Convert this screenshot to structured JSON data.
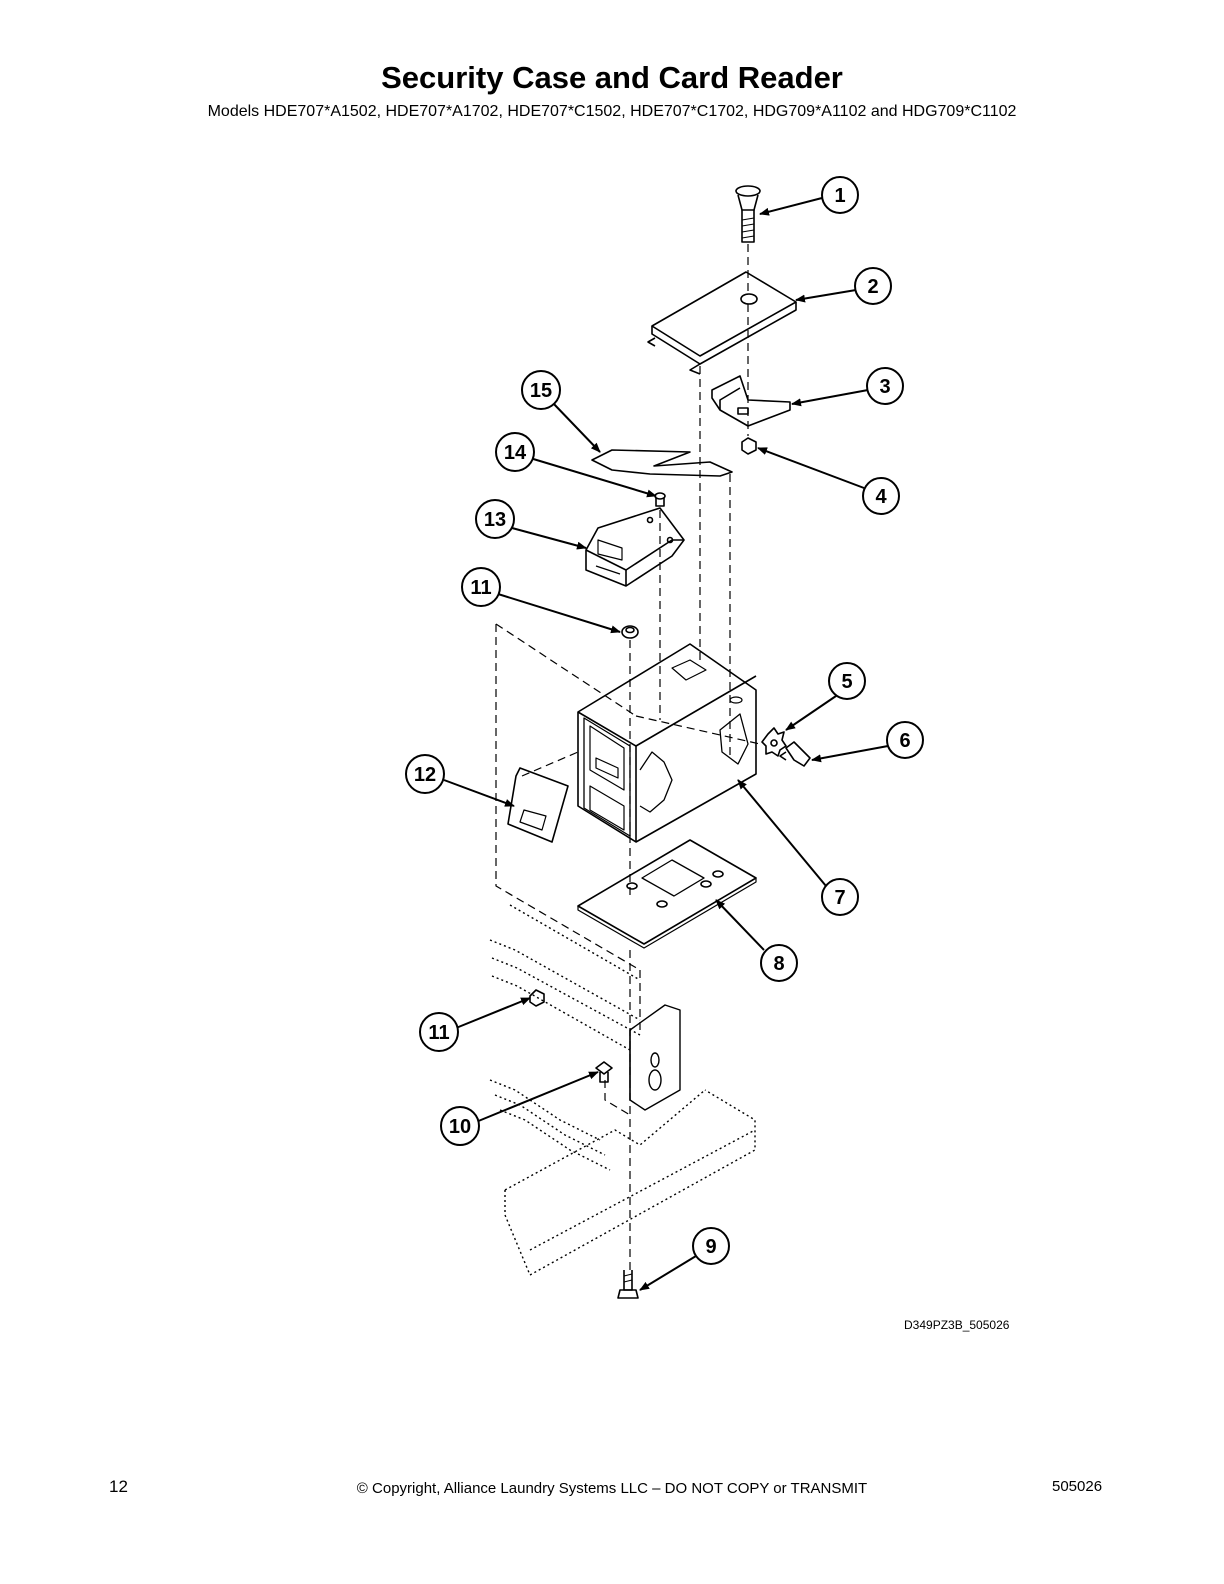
{
  "header": {
    "title": "Security Case and Card Reader",
    "subtitle": "Models HDE707*A1502, HDE707*A1702, HDE707*C1502, HDE707*C1702, HDG709*A1102 and HDG709*C1102"
  },
  "diagram": {
    "drawing_code": "D349PZ3B_505026",
    "callouts": [
      "1",
      "2",
      "3",
      "4",
      "5",
      "6",
      "7",
      "8",
      "9",
      "10",
      "11",
      "11",
      "12",
      "13",
      "14",
      "15"
    ]
  },
  "footer": {
    "page_number": "12",
    "copyright": "© Copyright, Alliance Laundry Systems LLC – DO NOT COPY or TRANSMIT",
    "doc_number": "505026"
  }
}
